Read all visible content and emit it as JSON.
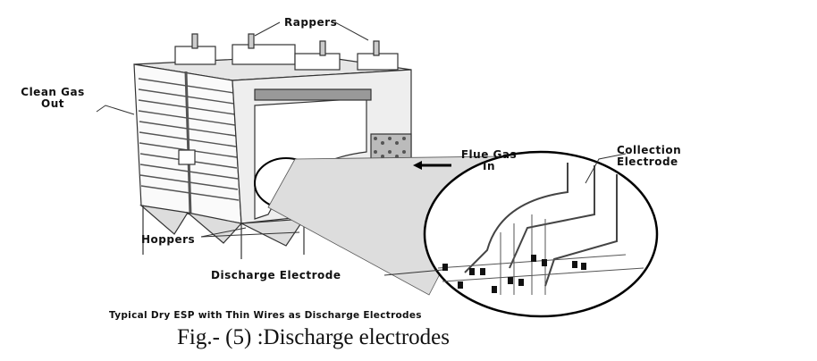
{
  "labels": {
    "rappers": "Rappers",
    "clean_gas_line1": "Clean Gas",
    "clean_gas_line2": "Out",
    "flue_gas_line1": "Flue Gas",
    "flue_gas_line2": "In",
    "collection_line1": "Collection",
    "collection_line2": "Electrode",
    "hoppers": "Hoppers",
    "discharge_electrode": "Discharge Electrode"
  },
  "subtitle": "Typical Dry ESP with Thin Wires as Discharge Electrodes",
  "caption": "Fig.- (5) :Discharge electrodes"
}
